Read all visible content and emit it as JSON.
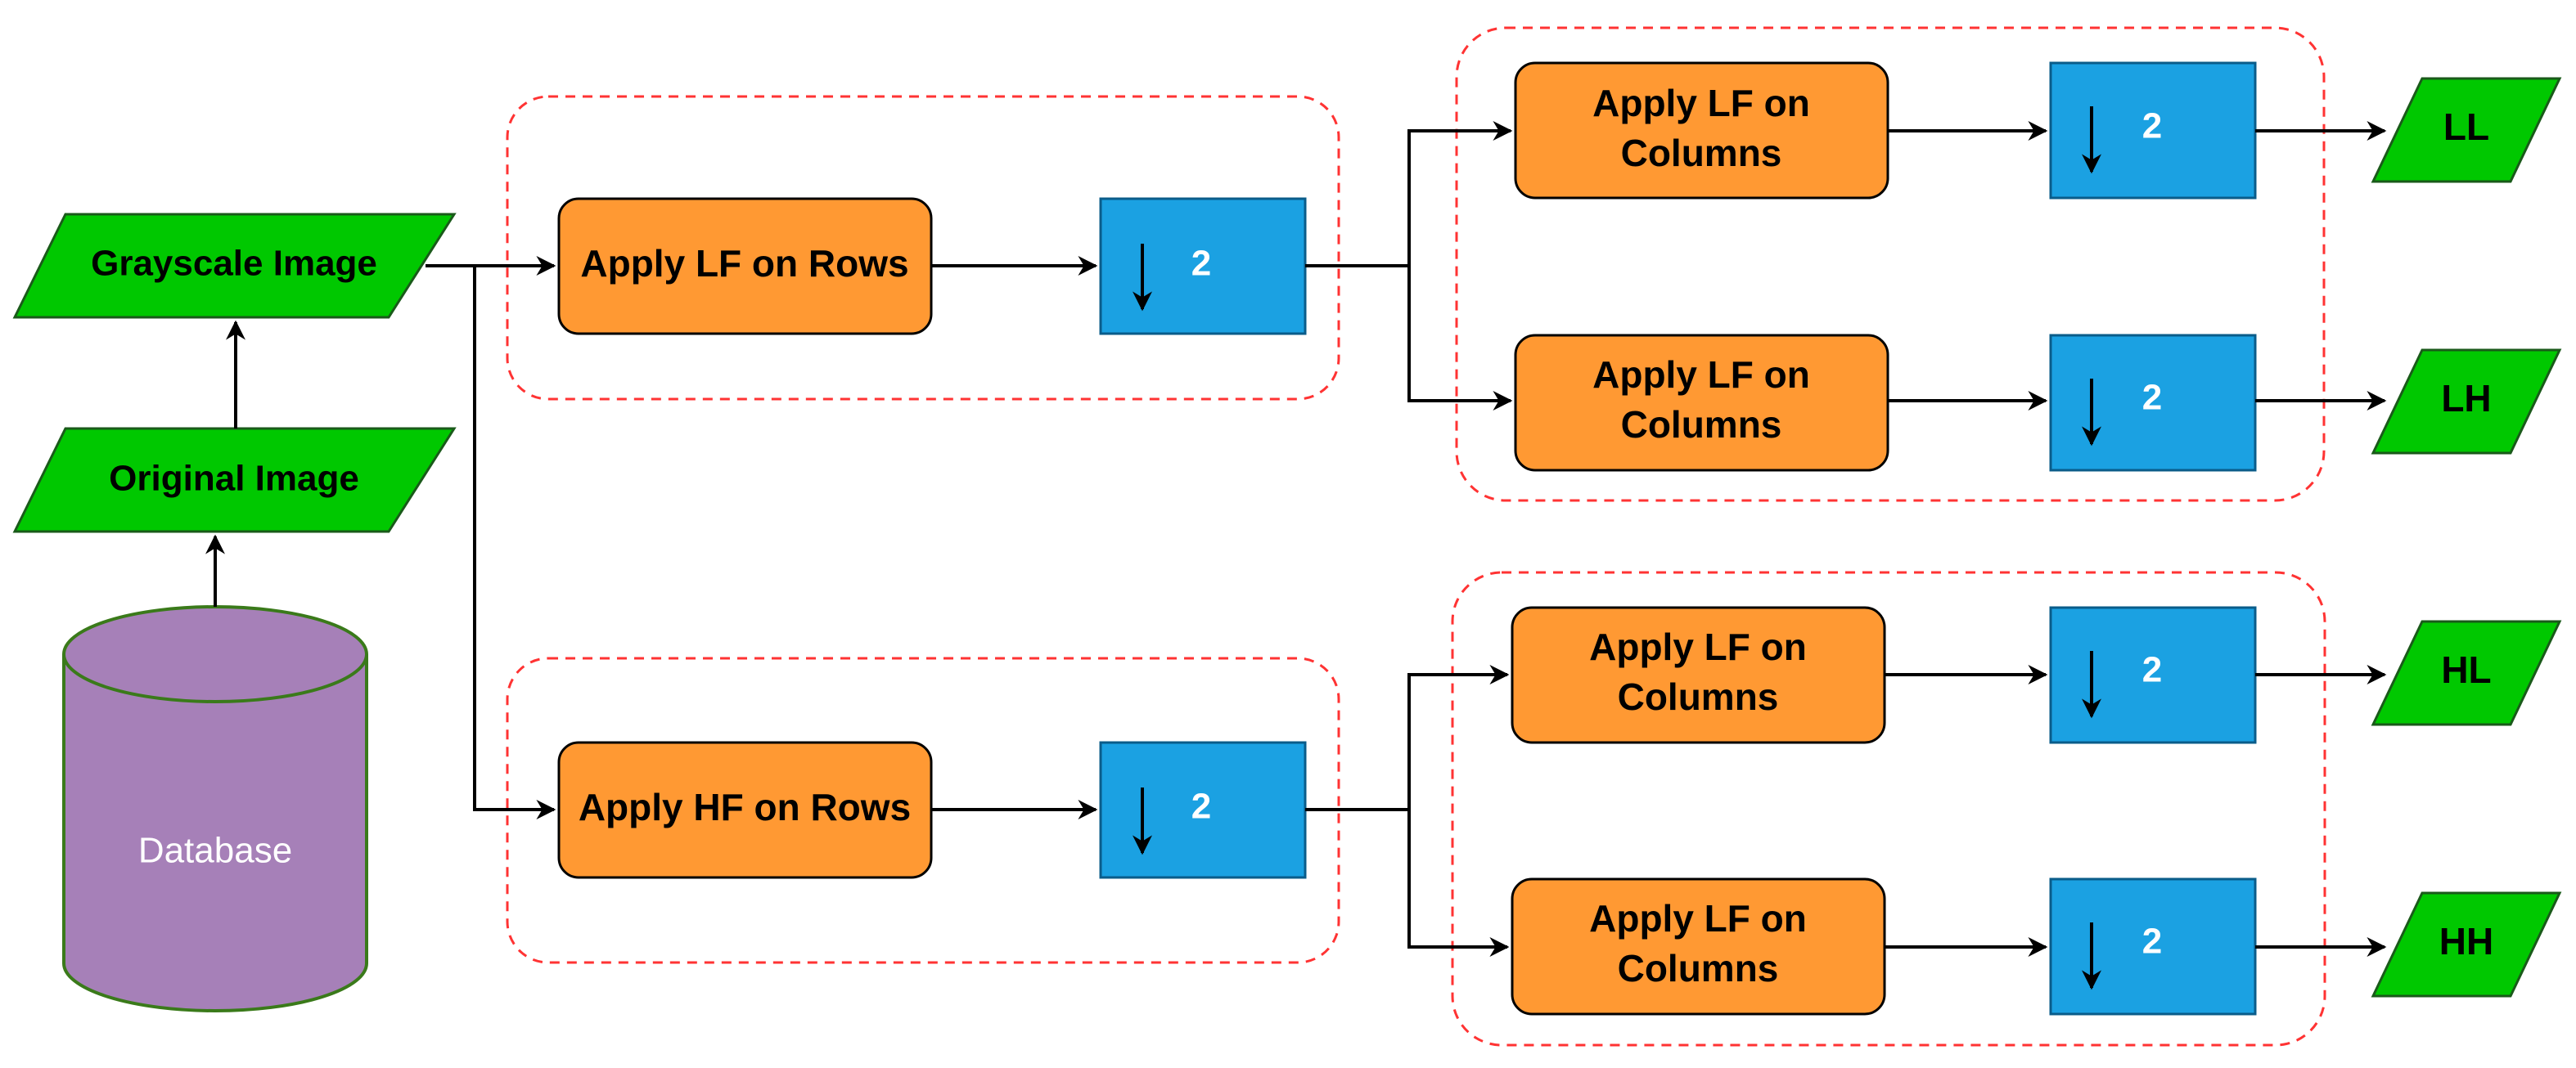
{
  "colors": {
    "input_fill": "#00c800",
    "process_fill": "#ff9933",
    "downsample_fill": "#1ba1e2",
    "database_fill": "#a680b8",
    "database_stroke": "#3a7a1a",
    "group_border": "#ff3333",
    "connector": "#000000"
  },
  "database": {
    "label": "Database"
  },
  "inputs": {
    "original": "Original Image",
    "grayscale": "Grayscale Image"
  },
  "row_filters": {
    "low": "Apply LF on Rows",
    "high": "Apply HF on Rows"
  },
  "column_filters": {
    "ll": {
      "line1": "Apply LF on",
      "line2": "Columns"
    },
    "lh": {
      "line1": "Apply LF on",
      "line2": "Columns"
    },
    "hl": {
      "line1": "Apply LF on",
      "line2": "Columns"
    },
    "hh": {
      "line1": "Apply LF on",
      "line2": "Columns"
    }
  },
  "downsample": {
    "symbol": "↓",
    "factor": "2"
  },
  "outputs": {
    "ll": "LL",
    "lh": "LH",
    "hl": "HL",
    "hh": "HH"
  }
}
